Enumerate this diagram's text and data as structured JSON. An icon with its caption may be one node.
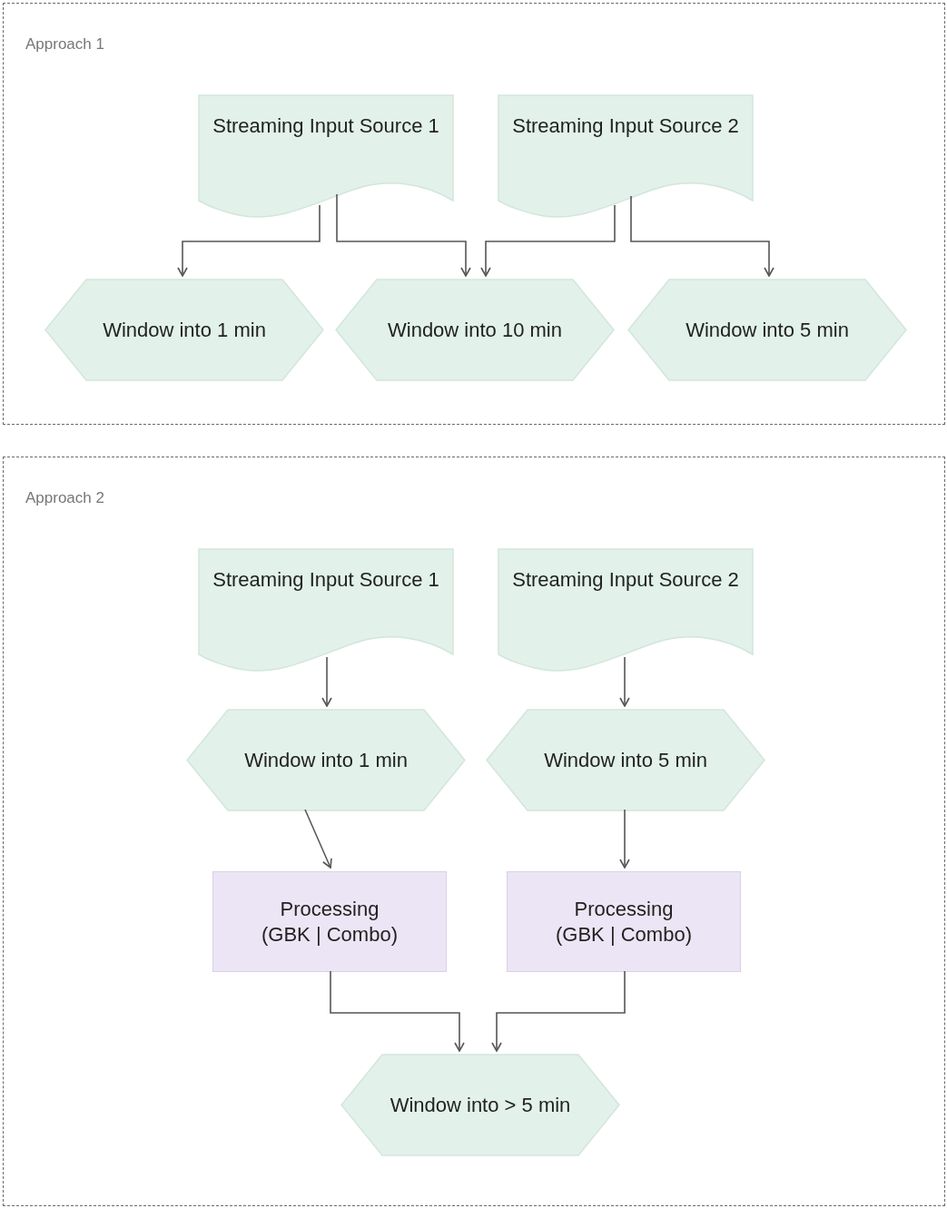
{
  "diagram": {
    "nodes": [
      {
        "text": [
          "Approach 1"
        ]
      },
      {
        "text": [
          "Streaming Input Source 1"
        ],
        "in": 0
      },
      {
        "text": [
          "Streaming Input Source 2"
        ],
        "in": 0
      },
      {
        "text": [
          "Window into 1 min"
        ],
        "in": 0
      },
      {
        "text": [
          "Window into 10 min"
        ],
        "in": 0
      },
      {
        "text": [
          "Window into 5 min"
        ],
        "in": 0
      },
      {
        "text": [
          "Approach 2"
        ]
      },
      {
        "text": [
          "Streaming Input Source 1"
        ],
        "in": 6
      },
      {
        "text": [
          "Streaming Input Source 2"
        ],
        "in": 6
      },
      {
        "text": [
          "Window into 1 min"
        ],
        "in": 6
      },
      {
        "text": [
          "Window into 5 min"
        ],
        "in": 6
      },
      {
        "text": [
          "Processing (GBK | Combo)"
        ],
        "in": 6
      },
      {
        "text": [
          "Processing (GBK | Combo)"
        ],
        "in": 6
      },
      {
        "text": [
          "Window into > 5 min"
        ],
        "in": 6
      }
    ],
    "edges": [
      {
        "from": 1,
        "to": 3,
        "arrow": "to"
      },
      {
        "from": 1,
        "to": 4,
        "arrow": "to"
      },
      {
        "from": 2,
        "to": 4,
        "arrow": "to"
      },
      {
        "from": 2,
        "to": 5,
        "arrow": "to"
      },
      {
        "from": 7,
        "to": 9,
        "arrow": "to"
      },
      {
        "from": 8,
        "to": 10,
        "arrow": "to"
      },
      {
        "from": 9,
        "to": 11,
        "arrow": "to"
      },
      {
        "from": 10,
        "to": 12,
        "arrow": "to"
      },
      {
        "from": 11,
        "to": 13,
        "arrow": "to"
      },
      {
        "from": 12,
        "to": 13,
        "arrow": "to"
      }
    ]
  }
}
